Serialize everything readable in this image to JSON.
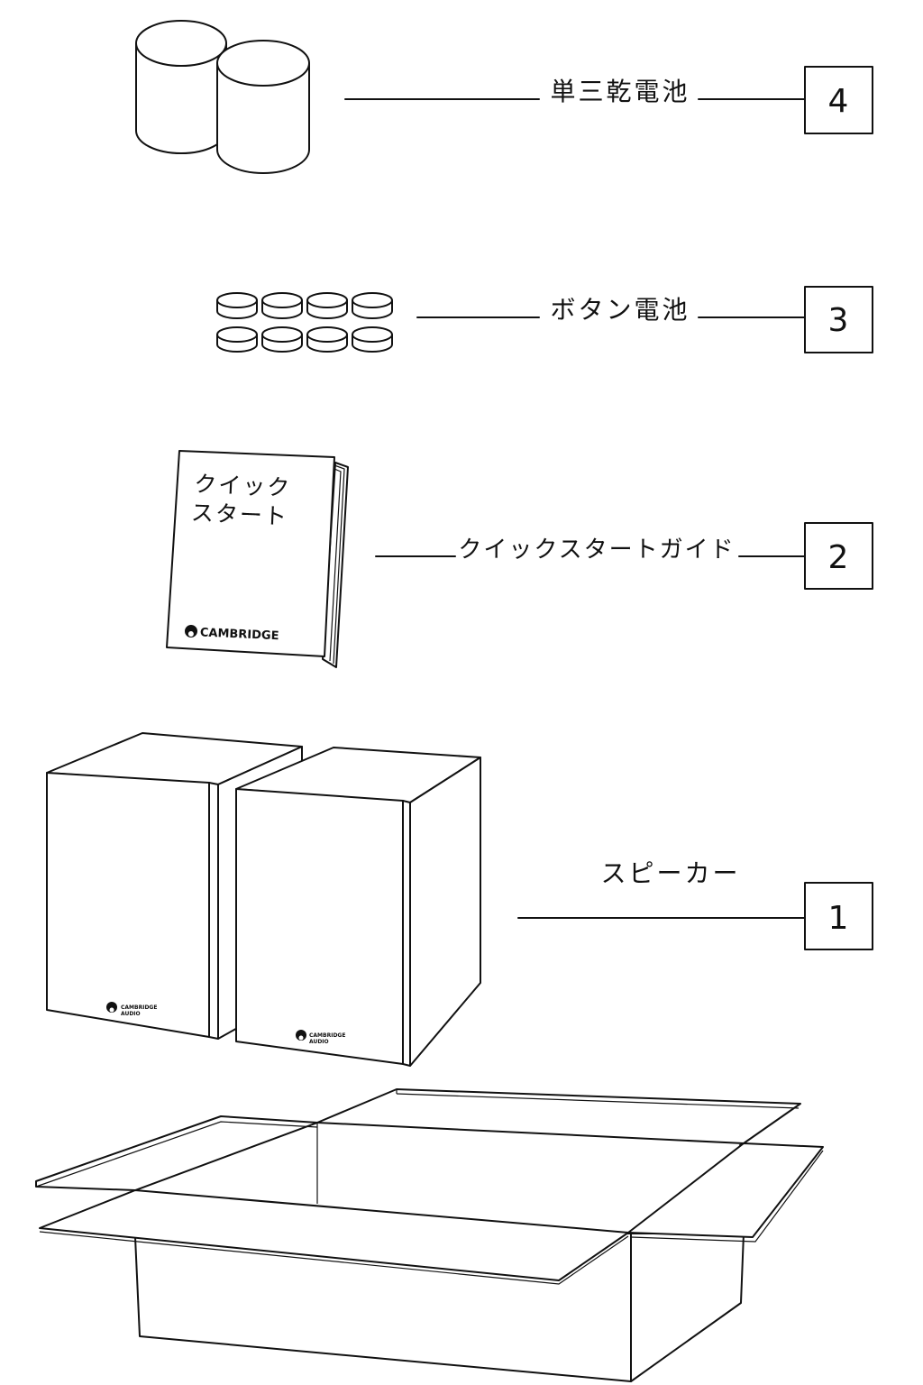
{
  "items": [
    {
      "number": "4",
      "label": "単三乾電池"
    },
    {
      "number": "3",
      "label": "ボタン電池"
    },
    {
      "number": "2",
      "label": "クイックスタートガイド"
    },
    {
      "number": "1",
      "label": "スピーカー"
    }
  ],
  "booklet": {
    "title_line1": "クイック",
    "title_line2": "スタート",
    "brand": "CAMBRIDGE"
  },
  "speaker_logo": {
    "line1": "CAMBRIDGE",
    "line2": "AUDIO"
  }
}
